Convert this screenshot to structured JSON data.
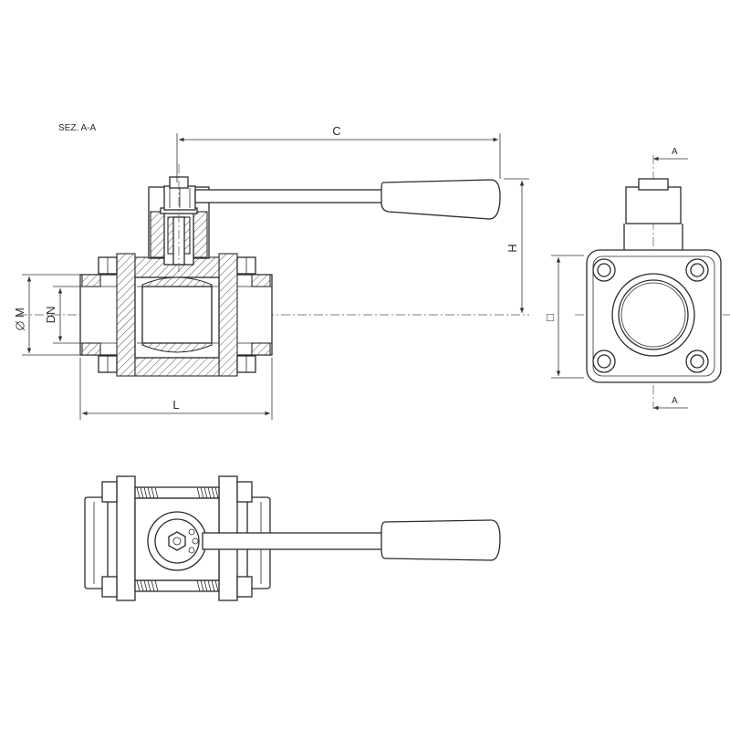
{
  "section_title": "SEZ. A-A",
  "dimensions": {
    "c": "C",
    "h": "H",
    "l": "L",
    "m": "M",
    "dn": "DN",
    "square": "□"
  },
  "section_marks": {
    "top": "A",
    "bottom": "A"
  },
  "colors": {
    "line": "#2b2b2b",
    "background": "#ffffff"
  }
}
